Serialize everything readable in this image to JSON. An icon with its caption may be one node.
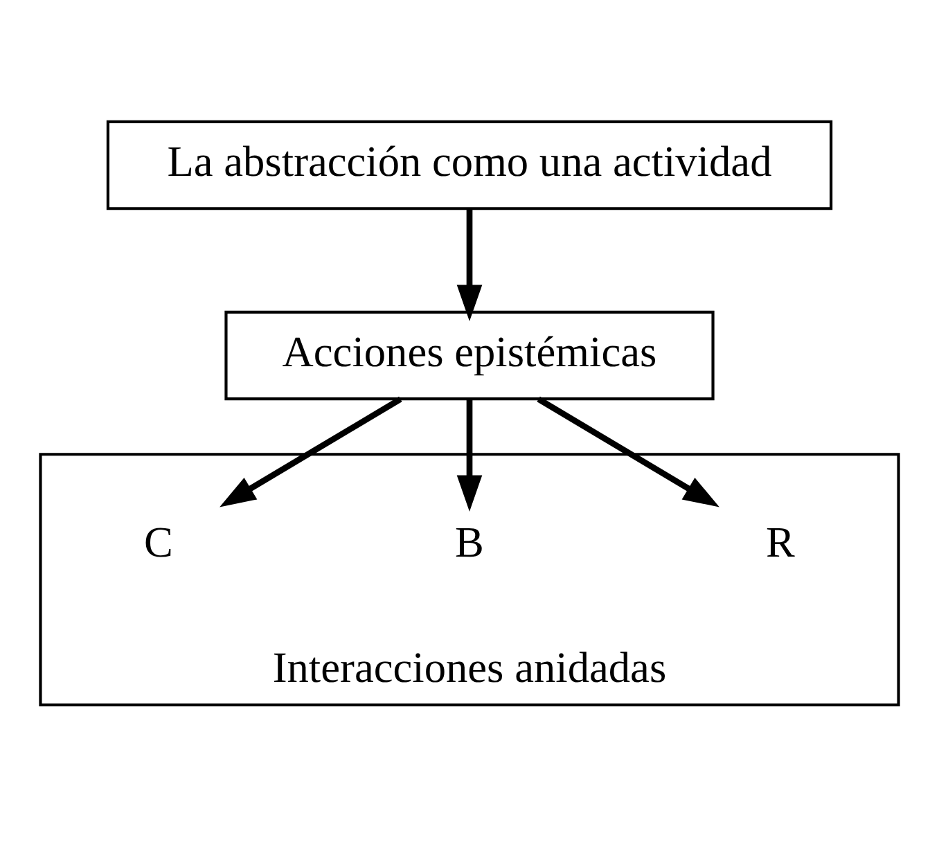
{
  "diagram": {
    "nodes": [
      {
        "text": [
          "La abstracción como una actividad"
        ]
      },
      {
        "text": [
          "Acciones epistémicas"
        ]
      },
      {
        "text": [
          "Interacciones anidadas"
        ]
      },
      {
        "text": [
          "R"
        ],
        "in": 2
      },
      {
        "text": [
          "B"
        ],
        "in": 2
      },
      {
        "text": [
          "C"
        ],
        "in": 2
      }
    ],
    "edges": [
      {
        "from": 0,
        "to": 1,
        "arrow": "to"
      },
      {
        "from": 1,
        "to": 3,
        "arrow": "to"
      },
      {
        "from": 1,
        "to": 4,
        "arrow": "to"
      },
      {
        "from": 1,
        "to": 5,
        "arrow": "to"
      }
    ]
  }
}
